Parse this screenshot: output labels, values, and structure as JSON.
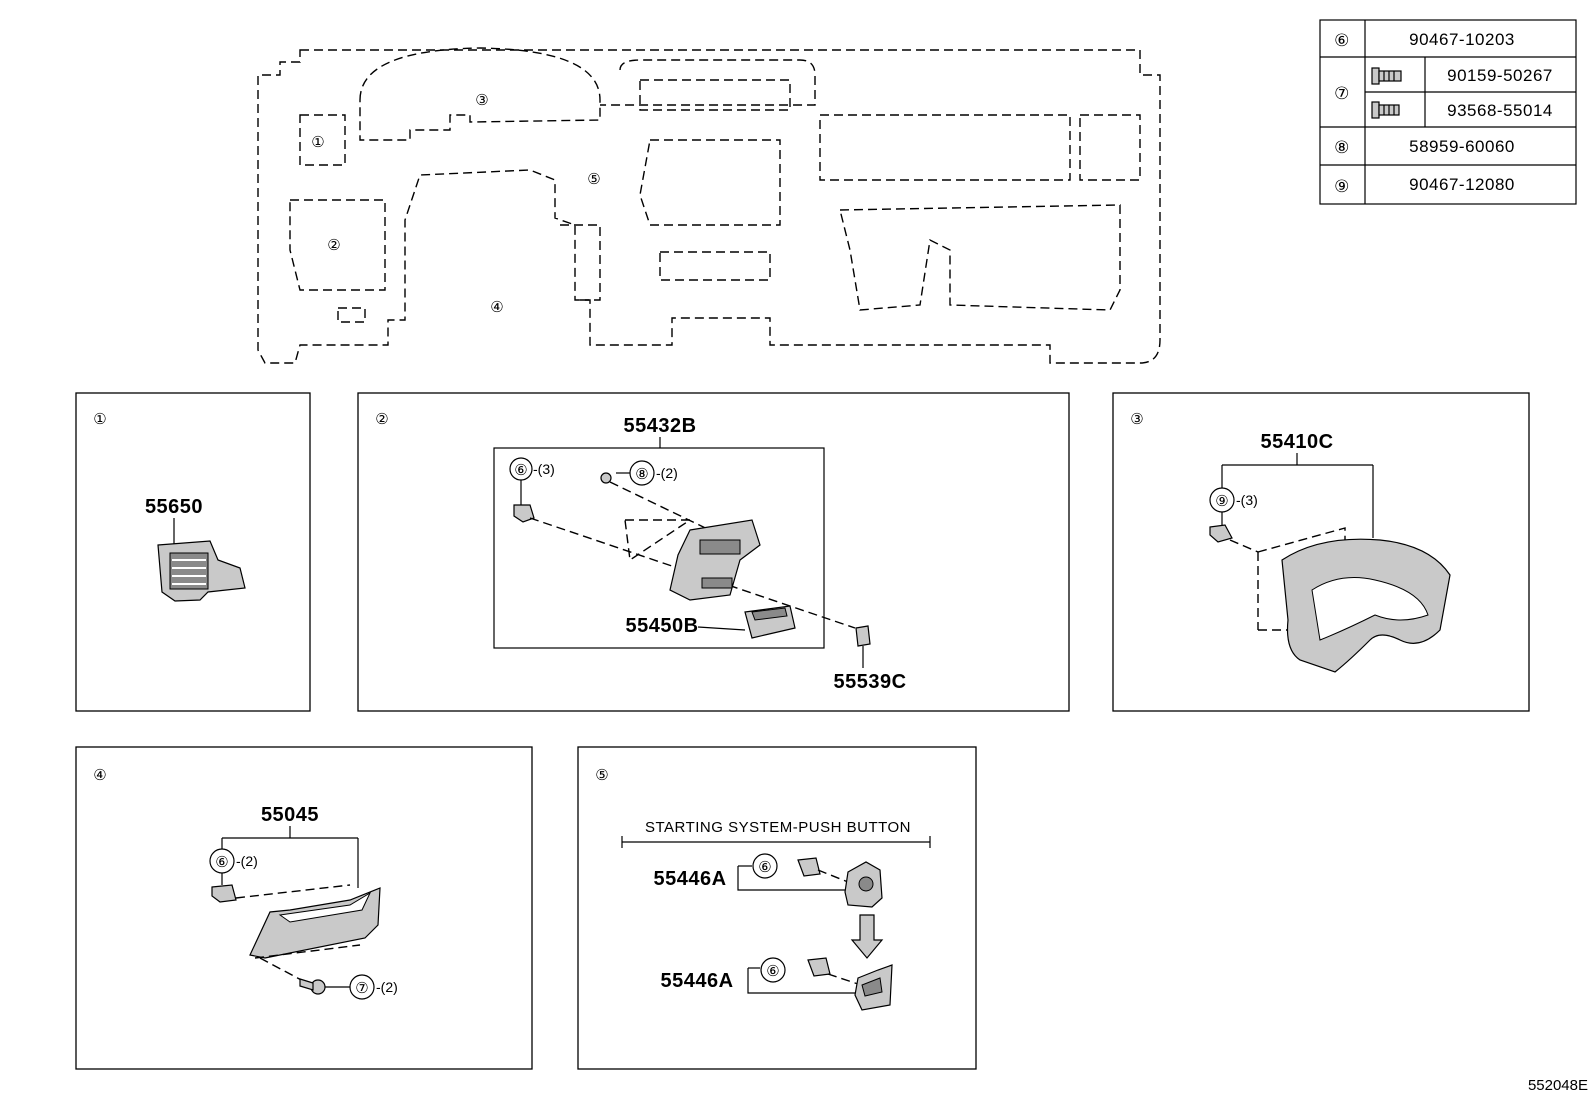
{
  "diagram_code": "552048E",
  "fastener_table": [
    {
      "ref": "⑥",
      "parts": [
        "90467-10203"
      ]
    },
    {
      "ref": "⑦",
      "parts": [
        "90159-50267",
        "93568-55014"
      ]
    },
    {
      "ref": "⑧",
      "parts": [
        "58959-60060"
      ]
    },
    {
      "ref": "⑨",
      "parts": [
        "90467-12080"
      ]
    }
  ],
  "overview": {
    "callouts": [
      "①",
      "②",
      "③",
      "④",
      "⑤"
    ]
  },
  "panels": {
    "p1": {
      "ref": "①",
      "part": "55650"
    },
    "p2": {
      "ref": "②",
      "part_main": "55432B",
      "part_box": "55450B",
      "part_clip": "55539C",
      "fastener_a": "⑥",
      "qty_a": "-(3)",
      "fastener_b": "⑧",
      "qty_b": "-(2)"
    },
    "p3": {
      "ref": "③",
      "part": "55410C",
      "fastener": "⑨",
      "qty": "-(3)"
    },
    "p4": {
      "ref": "④",
      "part": "55045",
      "fastener_a": "⑥",
      "qty_a": "-(2)",
      "fastener_b": "⑦",
      "qty_b": "-(2)"
    },
    "p5": {
      "ref": "⑤",
      "caption": "STARTING SYSTEM-PUSH BUTTON",
      "part_upper": "55446A",
      "part_lower": "55446A",
      "fastener_upper": "⑥",
      "fastener_lower": "⑥"
    }
  }
}
